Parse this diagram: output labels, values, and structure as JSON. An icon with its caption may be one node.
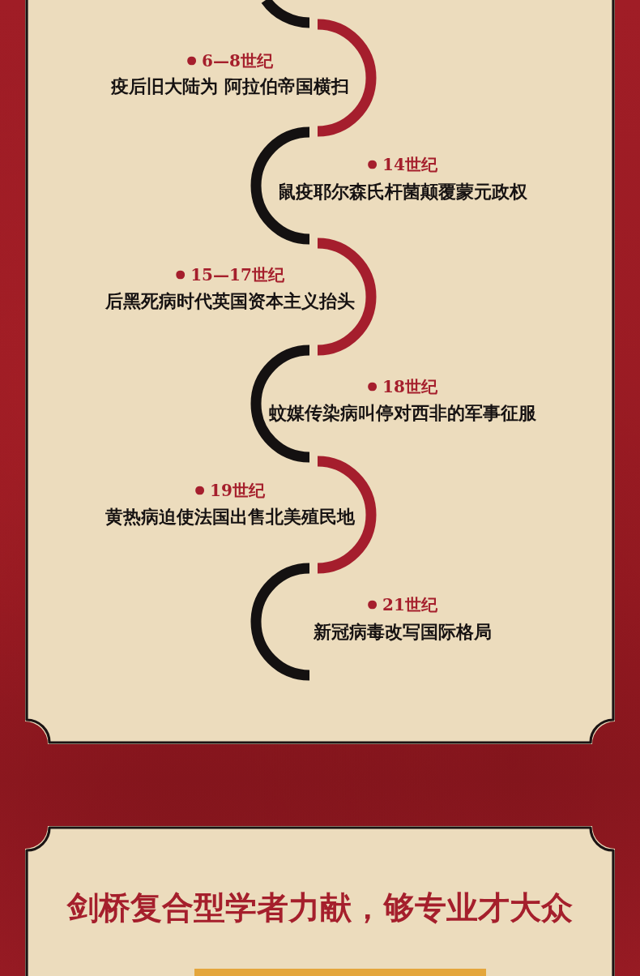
{
  "diagram": {
    "nodes": [
      {
        "text": [
          "6—8世纪",
          "疫后旧大陆为 阿拉伯帝国横扫",
          "14世纪",
          "鼠疫耶尔森氏杆菌颠覆蒙元政权",
          "15—17世纪",
          "后黑死病时代英国资本主义抬头",
          "18世纪",
          "蚊媒传染病叫停对西非的军事征服",
          "19世纪",
          "黄热病迫使法国出售北美殖民地",
          "21世纪",
          "新冠病毒改写国际格局"
        ]
      },
      {
        "text": [
          "剑桥复合型学者力献，够专业才大众"
        ]
      }
    ]
  }
}
